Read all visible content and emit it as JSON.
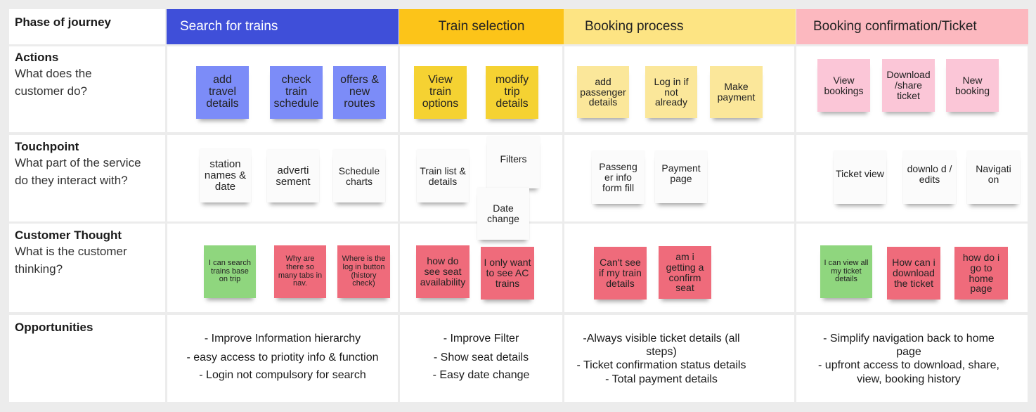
{
  "colors": {
    "search": "#3f4fd9",
    "search_note": "#7c8cf8",
    "selection": "#fcc419",
    "selection_note": "#f5d232",
    "booking": "#fde483",
    "booking_note": "#fbe79a",
    "confirmation": "#fcb8bf",
    "confirmation_note": "#fbc6d7",
    "thought_green": "#8fd67e",
    "thought_red": "#ef6b7b",
    "white_note": "#fbfbfb"
  },
  "row_headers": {
    "phase": {
      "title": "Phase of journey"
    },
    "actions": {
      "title": "Actions",
      "subtitle": "What does the customer do?"
    },
    "touchpoint": {
      "title": "Touchpoint",
      "subtitle": "What part of the service do they interact with?"
    },
    "thought": {
      "title": "Customer Thought",
      "subtitle": "What is the customer thinking?"
    },
    "opportunities": {
      "title": "Opportunities"
    }
  },
  "phases": [
    {
      "label": "Search for trains"
    },
    {
      "label": "Train selection"
    },
    {
      "label": "Booking process"
    },
    {
      "label": "Booking confirmation/Ticket"
    }
  ],
  "actions": [
    {
      "text": "add travel details",
      "color": "search_note"
    },
    {
      "text": "check train schedule",
      "color": "search_note"
    },
    {
      "text": "offers & new routes",
      "color": "search_note"
    },
    {
      "text": "View train options",
      "color": "selection_note"
    },
    {
      "text": "modify trip details",
      "color": "selection_note"
    },
    {
      "text": "add passenger details",
      "color": "booking_note"
    },
    {
      "text": "Log in if not already",
      "color": "booking_note"
    },
    {
      "text": "Make payment",
      "color": "booking_note"
    },
    {
      "text": "View bookings",
      "color": "confirmation_note"
    },
    {
      "text": "Download /share ticket",
      "color": "confirmation_note"
    },
    {
      "text": "New booking",
      "color": "confirmation_note"
    }
  ],
  "touchpoints": [
    {
      "text": "station names & date"
    },
    {
      "text": "adverti sement"
    },
    {
      "text": "Schedule charts"
    },
    {
      "text": "Train list & details"
    },
    {
      "text": "Filters"
    },
    {
      "text": "Date change"
    },
    {
      "text": "Passeng er info form fill"
    },
    {
      "text": "Payment page"
    },
    {
      "text": "Ticket view"
    },
    {
      "text": "downlo d / edits"
    },
    {
      "text": "Navigati on"
    }
  ],
  "thoughts": [
    {
      "text": "I can search trains base on trip",
      "color": "thought_green"
    },
    {
      "text": "Why are there so many tabs in nav.",
      "color": "thought_red"
    },
    {
      "text": "Where is the log in button (history check)",
      "color": "thought_red"
    },
    {
      "text": "how do see seat availability",
      "color": "thought_red"
    },
    {
      "text": "I only want to see AC trains",
      "color": "thought_red"
    },
    {
      "text": "Can't see if my train details",
      "color": "thought_red"
    },
    {
      "text": "am i getting a confirm seat",
      "color": "thought_red"
    },
    {
      "text": "I can view all my ticket details",
      "color": "thought_green"
    },
    {
      "text": "How can i download the ticket",
      "color": "thought_red"
    },
    {
      "text": "how do i go to home page",
      "color": "thought_red"
    }
  ],
  "opportunities": [
    {
      "lines": [
        "- Improve Information hierarchy",
        "- easy access to priotity info & function",
        "- Login not compulsory for search"
      ]
    },
    {
      "lines": [
        "- Improve Filter",
        "- Show seat details",
        "- Easy date change"
      ]
    },
    {
      "lines": [
        "-Always visible ticket details (all steps)",
        "- Ticket confirmation status details",
        "- Total payment details"
      ]
    },
    {
      "lines": [
        "- Simplify navigation back to home page",
        "- upfront access to download, share, view, booking history"
      ]
    }
  ]
}
